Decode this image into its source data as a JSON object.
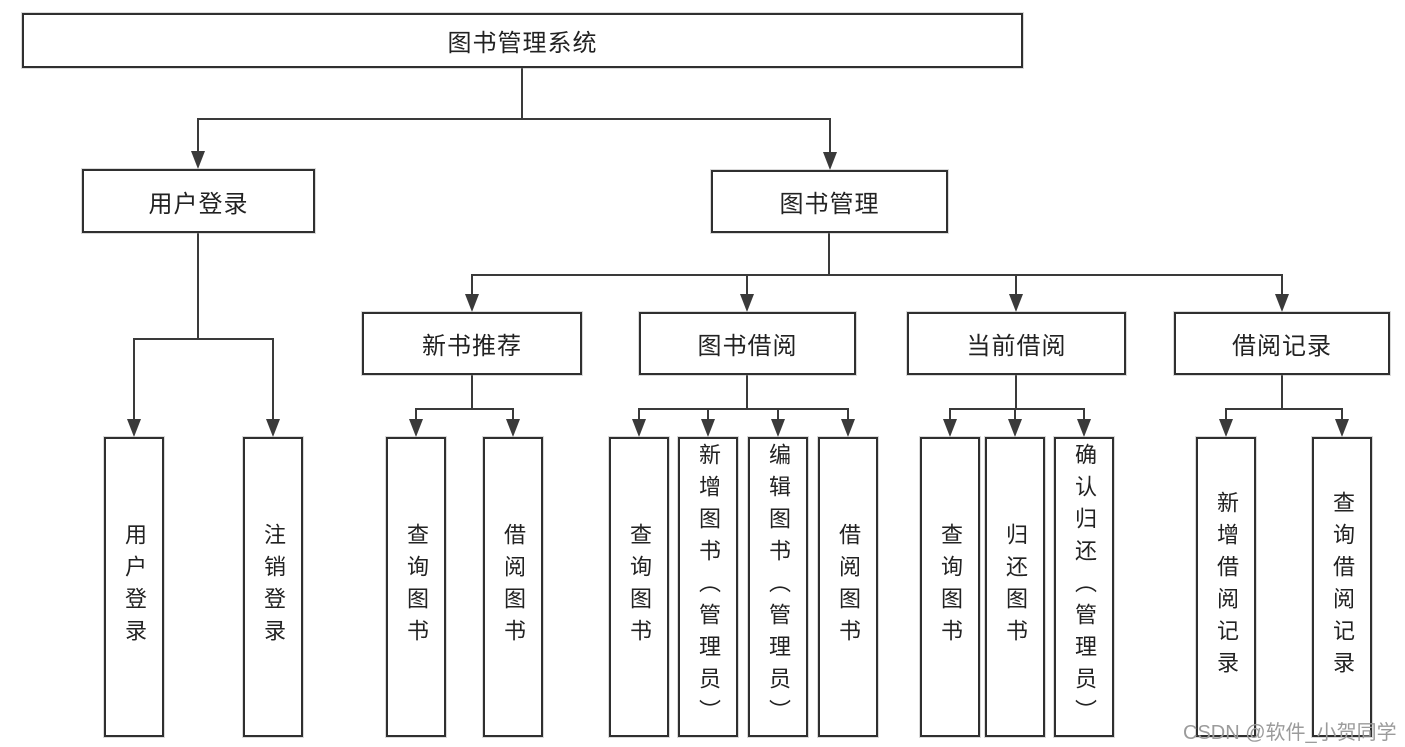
{
  "colors": {
    "line": "#3a3a3a",
    "box_border": "#2f2f2f",
    "text": "#222222",
    "background": "#ffffff",
    "watermark": "#9b9b9b"
  },
  "diagram": {
    "root": {
      "label": "图书管理系统",
      "children": [
        {
          "label": "用户登录",
          "children": [
            {
              "label": "用户登录"
            },
            {
              "label": "注销登录"
            }
          ]
        },
        {
          "label": "图书管理",
          "children": [
            {
              "label": "新书推荐",
              "children": [
                {
                  "label": "查询图书"
                },
                {
                  "label": "借阅图书"
                }
              ]
            },
            {
              "label": "图书借阅",
              "children": [
                {
                  "label": "查询图书"
                },
                {
                  "label": "新增图书（管理员）"
                },
                {
                  "label": "编辑图书（管理员）"
                },
                {
                  "label": "借阅图书"
                }
              ]
            },
            {
              "label": "当前借阅",
              "children": [
                {
                  "label": "查询图书"
                },
                {
                  "label": "归还图书"
                },
                {
                  "label": "确认归还（管理员）"
                }
              ]
            },
            {
              "label": "借阅记录",
              "children": [
                {
                  "label": "新增借阅记录"
                },
                {
                  "label": "查询借阅记录"
                }
              ]
            }
          ]
        }
      ]
    }
  },
  "watermark": {
    "text": "CSDN @软件_小贺同学"
  }
}
